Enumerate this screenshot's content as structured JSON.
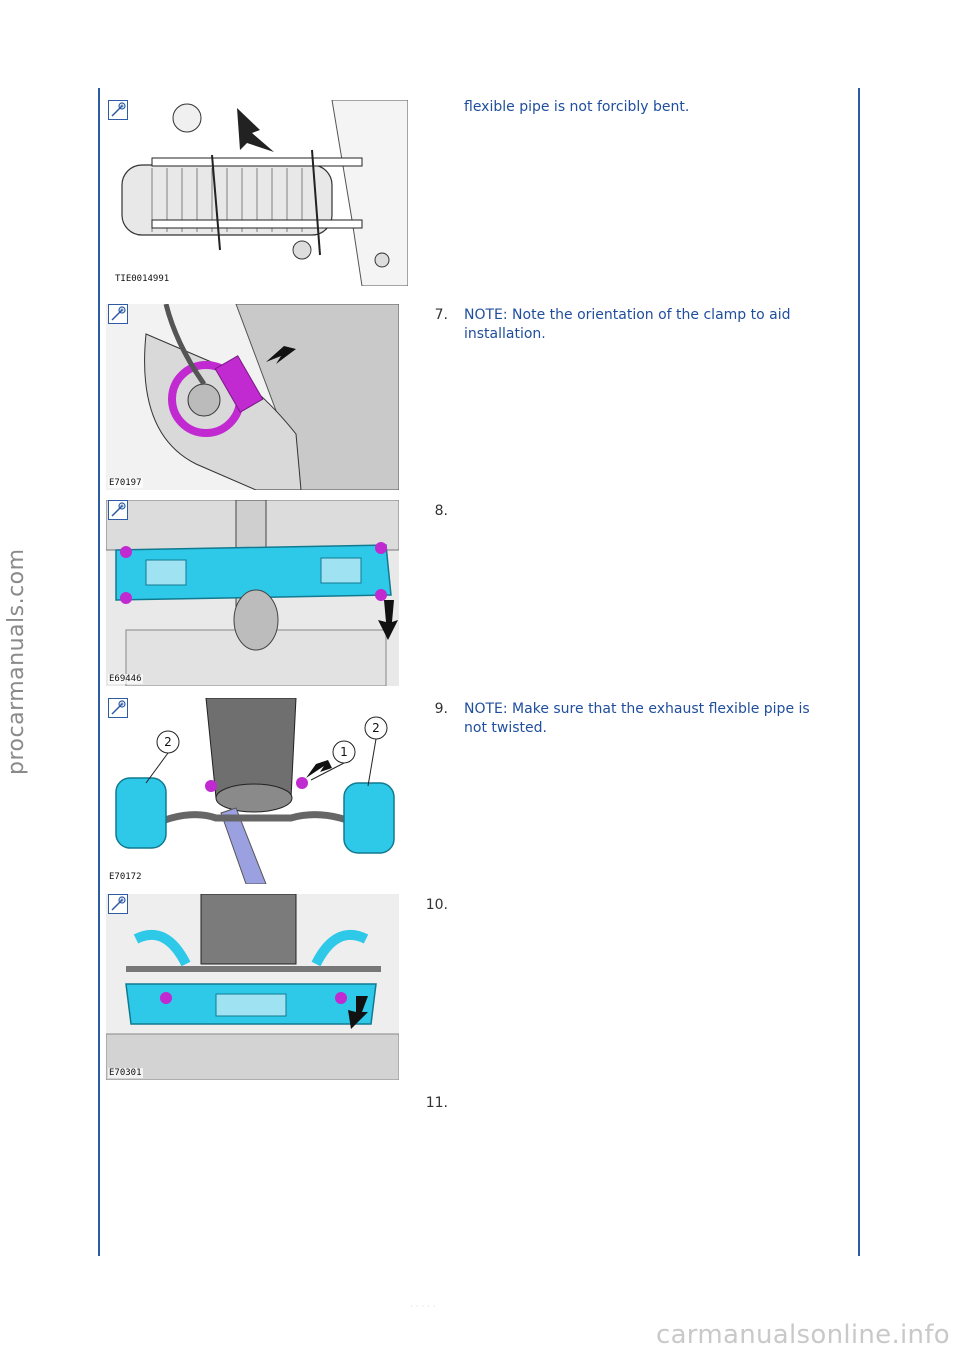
{
  "watermarks": {
    "side": "procarmanuals.com",
    "bottom": "carmanualsonline.info"
  },
  "footer_faint": "· · · · ·",
  "rows": [
    {
      "fig_label": "TIE0014991",
      "step_num": "",
      "text": "flexible pipe is not forcibly bent."
    },
    {
      "fig_label": "E70197",
      "step_num": "7.",
      "text": "NOTE: Note the orientation of the clamp to aid installation."
    },
    {
      "fig_label": "E69446",
      "step_num": "8.",
      "text": ""
    },
    {
      "fig_label": "E70172",
      "step_num": "9.",
      "text": "NOTE: Make sure that the exhaust flexible pipe is not twisted.",
      "callouts": [
        "1",
        "2",
        "2"
      ]
    },
    {
      "fig_label": "E70301",
      "step_num": "10.",
      "text": ""
    },
    {
      "fig_label": "",
      "step_num": "11.",
      "text": ""
    }
  ],
  "colors": {
    "rule": "#2d5ca5",
    "note_text": "#1f4e9c",
    "part_cyan": "#2ec8e8",
    "part_magenta": "#c02ad0"
  }
}
